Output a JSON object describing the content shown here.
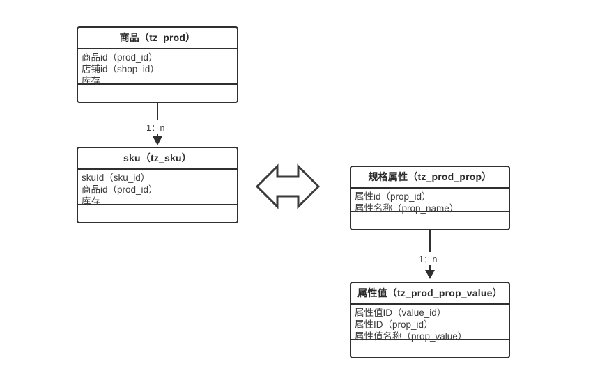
{
  "diagram": {
    "title_text": "",
    "background": "#ffffff",
    "line_color": "#2f2f2f",
    "text_color": "#3c3c3c",
    "entities": [
      {
        "id": "tz_prod",
        "header": "商品（tz_prod）",
        "attributes": [
          "商品id（prod_id）",
          "店铺id（shop_id）",
          "库存"
        ]
      },
      {
        "id": "tz_sku",
        "header": "sku（tz_sku）",
        "attributes": [
          "skuId（sku_id）",
          "商品id（prod_id）",
          "库存"
        ]
      },
      {
        "id": "tz_prod_prop",
        "header": "规格属性（tz_prod_prop）",
        "attributes": [
          "属性id（prop_id）",
          "属性名称（prop_name）"
        ]
      },
      {
        "id": "tz_prod_prop_value",
        "header": "属性值（tz_prod_prop_value）",
        "attributes": [
          "属性值ID（value_id）",
          "属性ID（prop_id）",
          "属性值名称（prop_value）"
        ]
      }
    ],
    "relations": [
      {
        "id": "prod-to-sku",
        "label": "1：n",
        "from": "tz_prod",
        "to": "tz_sku"
      },
      {
        "id": "prop-to-prop-value",
        "label": "1：n",
        "from": "tz_prod_prop",
        "to": "tz_prod_prop_value"
      }
    ],
    "symbols": [
      {
        "id": "double-arrow",
        "name": "left-right-arrow"
      }
    ]
  }
}
